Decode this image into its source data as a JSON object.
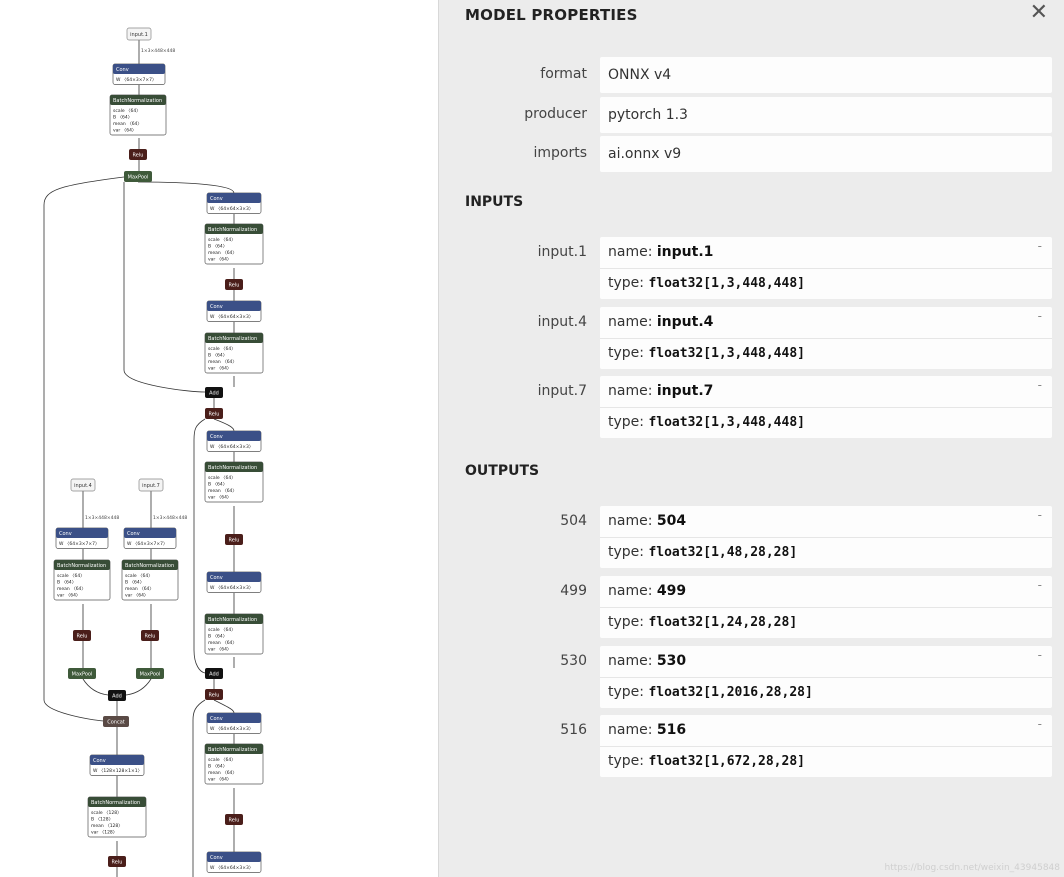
{
  "sidebar": {
    "title": "MODEL PROPERTIES",
    "close_icon": "close-icon",
    "properties": [
      {
        "label": "format",
        "value": "ONNX v4"
      },
      {
        "label": "producer",
        "value": "pytorch 1.3"
      },
      {
        "label": "imports",
        "value": "ai.onnx v9"
      }
    ],
    "inputs_title": "INPUTS",
    "inputs": [
      {
        "label": "input.1",
        "name_prefix": "name: ",
        "name": "input.1",
        "type_prefix": "type: ",
        "type": "float32[1,3,448,448]",
        "toggle": "-"
      },
      {
        "label": "input.4",
        "name_prefix": "name: ",
        "name": "input.4",
        "type_prefix": "type: ",
        "type": "float32[1,3,448,448]",
        "toggle": "-"
      },
      {
        "label": "input.7",
        "name_prefix": "name: ",
        "name": "input.7",
        "type_prefix": "type: ",
        "type": "float32[1,3,448,448]",
        "toggle": "-"
      }
    ],
    "outputs_title": "OUTPUTS",
    "outputs": [
      {
        "label": "504",
        "name_prefix": "name: ",
        "name": "504",
        "type_prefix": "type: ",
        "type": "float32[1,48,28,28]",
        "toggle": "-"
      },
      {
        "label": "499",
        "name_prefix": "name: ",
        "name": "499",
        "type_prefix": "type: ",
        "type": "float32[1,24,28,28]",
        "toggle": "-"
      },
      {
        "label": "530",
        "name_prefix": "name: ",
        "name": "530",
        "type_prefix": "type: ",
        "type": "float32[1,2016,28,28]",
        "toggle": "-"
      },
      {
        "label": "516",
        "name_prefix": "name: ",
        "name": "516",
        "type_prefix": "type: ",
        "type": "float32[1,672,28,28]",
        "toggle": "-"
      }
    ],
    "watermark": "https://blog.csdn.net/weixin_43945848"
  },
  "graph": {
    "colors": {
      "conv": "#3b5087",
      "bn": "#384d37",
      "relu": "#4a1e1a",
      "pool": "#3f5a3a",
      "add": "#111111",
      "concat": "#5a4a45",
      "input_border": "#888888",
      "edge": "#333333"
    },
    "nodes": [
      {
        "kind": "input",
        "label": "input.1"
      },
      {
        "kind": "conv",
        "label": "Conv",
        "attrs": [
          "W 〈64×3×7×7〉"
        ]
      },
      {
        "kind": "bn",
        "label": "BatchNormalization",
        "attrs": [
          "scale 〈64〉",
          "B 〈64〉",
          "mean 〈64〉",
          "var 〈64〉"
        ]
      },
      {
        "kind": "relu",
        "label": "Relu"
      },
      {
        "kind": "pool",
        "label": "MaxPool"
      },
      {
        "kind": "conv",
        "label": "Conv",
        "attrs": [
          "W 〈64×64×3×3〉"
        ]
      },
      {
        "kind": "bn",
        "label": "BatchNormalization",
        "attrs": [
          "scale 〈64〉",
          "B 〈64〉",
          "mean 〈64〉",
          "var 〈64〉"
        ]
      },
      {
        "kind": "relu",
        "label": "Relu"
      },
      {
        "kind": "conv",
        "label": "Conv",
        "attrs": [
          "W 〈64×64×3×3〉"
        ]
      },
      {
        "kind": "bn",
        "label": "BatchNormalization",
        "attrs": [
          "scale 〈64〉",
          "B 〈64〉",
          "mean 〈64〉",
          "var 〈64〉"
        ]
      },
      {
        "kind": "add",
        "label": "Add"
      },
      {
        "kind": "relu",
        "label": "Relu"
      },
      {
        "kind": "conv",
        "label": "Conv",
        "attrs": [
          "W 〈64×64×3×3〉"
        ]
      },
      {
        "kind": "bn",
        "label": "BatchNormalization",
        "attrs": [
          "scale 〈64〉",
          "B 〈64〉",
          "mean 〈64〉",
          "var 〈64〉"
        ]
      },
      {
        "kind": "relu",
        "label": "Relu"
      },
      {
        "kind": "conv",
        "label": "Conv",
        "attrs": [
          "W 〈64×64×3×3〉"
        ]
      },
      {
        "kind": "bn",
        "label": "BatchNormalization",
        "attrs": [
          "scale 〈64〉",
          "B 〈64〉",
          "mean 〈64〉",
          "var 〈64〉"
        ]
      },
      {
        "kind": "add",
        "label": "Add"
      },
      {
        "kind": "relu",
        "label": "Relu"
      },
      {
        "kind": "conv",
        "label": "Conv",
        "attrs": [
          "W 〈64×64×3×3〉"
        ]
      },
      {
        "kind": "bn",
        "label": "BatchNormalization",
        "attrs": [
          "scale 〈64〉",
          "B 〈64〉",
          "mean 〈64〉",
          "var 〈64〉"
        ]
      },
      {
        "kind": "relu",
        "label": "Relu"
      },
      {
        "kind": "conv",
        "label": "Conv",
        "attrs": [
          "W 〈64×64×3×3〉"
        ]
      },
      {
        "kind": "input",
        "label": "input.4"
      },
      {
        "kind": "conv",
        "label": "Conv",
        "attrs": [
          "W 〈64×3×7×7〉"
        ]
      },
      {
        "kind": "bn",
        "label": "BatchNormalization",
        "attrs": [
          "scale 〈64〉",
          "B 〈64〉",
          "mean 〈64〉",
          "var 〈64〉"
        ]
      },
      {
        "kind": "relu",
        "label": "Relu"
      },
      {
        "kind": "pool",
        "label": "MaxPool"
      },
      {
        "kind": "input",
        "label": "input.7"
      },
      {
        "kind": "conv",
        "label": "Conv",
        "attrs": [
          "W 〈64×3×7×7〉"
        ]
      },
      {
        "kind": "bn",
        "label": "BatchNormalization",
        "attrs": [
          "scale 〈64〉",
          "B 〈64〉",
          "mean 〈64〉",
          "var 〈64〉"
        ]
      },
      {
        "kind": "relu",
        "label": "Relu"
      },
      {
        "kind": "pool",
        "label": "MaxPool"
      },
      {
        "kind": "add",
        "label": "Add"
      },
      {
        "kind": "concat",
        "label": "Concat"
      },
      {
        "kind": "conv",
        "label": "Conv",
        "attrs": [
          "W 〈128×128×1×1〉"
        ]
      },
      {
        "kind": "bn",
        "label": "BatchNormalization",
        "attrs": [
          "scale 〈128〉",
          "B 〈128〉",
          "mean 〈128〉",
          "var 〈128〉"
        ]
      },
      {
        "kind": "relu",
        "label": "Relu"
      }
    ],
    "edge_labels": [
      "1×3×448×448",
      "1×3×448×448",
      "1×3×448×448"
    ]
  }
}
